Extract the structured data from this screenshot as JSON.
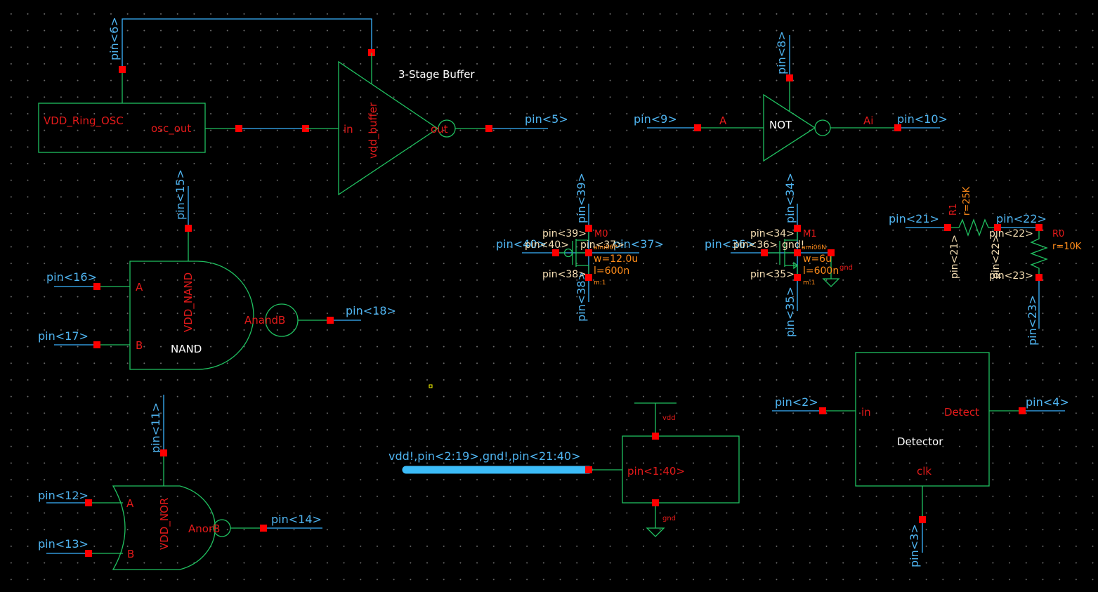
{
  "colors": {
    "background": "#000000",
    "wire": "#3ab4ff",
    "symbol": "#20c060",
    "pin_square": "#ff0000",
    "net_label": "#4fb4f0",
    "instance_label": "#e41a1a",
    "cell_name": "#ffffff",
    "parameter": "#ff8c1a",
    "terminal_label": "#f5deb3",
    "bus": "#3cbcf8"
  },
  "ring_osc": {
    "instance": "VDD_Ring_OSC",
    "out_pin": "osc_out",
    "supply_net": "pin<6>"
  },
  "buffer": {
    "title": "3-Stage Buffer",
    "supply": "vdd_buffer",
    "in_pin": "in",
    "out_pin": "out",
    "out_net": "pin<5>"
  },
  "not_gate": {
    "cell": "NOT",
    "in_label": "A",
    "out_label": "Ai",
    "supply_net": "pin<8>",
    "in_net": "pin<9>",
    "out_net": "pin<10>"
  },
  "nand_gate": {
    "cell": "NAND",
    "supply": "VDD_NAND",
    "pin_a": "A",
    "pin_b": "B",
    "out_pin": "AnandB",
    "supply_net": "pin<15>",
    "a_net": "pin<16>",
    "b_net": "pin<17>",
    "out_net": "pin<18>"
  },
  "nor_gate": {
    "supply": "VDD_NOR",
    "pin_a": "A",
    "pin_b": "B",
    "out_pin": "AnorB",
    "supply_net": "pin<11>",
    "a_net": "pin<12>",
    "b_net": "pin<13>",
    "out_net": "pin<14>"
  },
  "pmos": {
    "instance": "M0",
    "model": "ami06P",
    "w": "w=12.0u",
    "l": "l=600n",
    "m": "m:1",
    "drain_net": "pin<39>",
    "gate_net": "pin<40>",
    "body_net": "pin<37>",
    "source_net": "pin<38>",
    "term_drain": "pin<39>",
    "term_gate": "pin<40>",
    "term_body": "pin<37>",
    "term_source": "pin<38>"
  },
  "nmos": {
    "instance": "M1",
    "model": "ami06N",
    "w": "w=6u",
    "l": "l=600n",
    "m": "m:1",
    "drain_net": "pin<34>",
    "gate_net": "pin<36>",
    "source_net": "pin<35>",
    "term_drain": "pin<34>",
    "term_gate": "pin<36>",
    "term_body": "gnd!",
    "term_source": "pin<35>",
    "ground_label": "gnd"
  },
  "resistors": {
    "r1": {
      "instance": "R1",
      "value": "r=25K"
    },
    "r0": {
      "instance": "R0",
      "value": "r=10K"
    },
    "net_21": "pin<21>",
    "net_22": "pin<22>",
    "net_23": "pin<23>",
    "term_21": "pin<21>",
    "term_22a": "pin<22>",
    "term_22b": "pin<22>",
    "term_23": "pin<23>"
  },
  "bus": {
    "label": "vdd!,pin<2:19>,gnd!,pin<21:40>",
    "block_pin": "pin<1:40>",
    "vdd_label": "vdd",
    "gnd_label": "gnd"
  },
  "detector": {
    "cell": "Detector",
    "in_pin": "in",
    "out_pin": "Detect",
    "clk_pin": "clk",
    "in_net": "pin<2>",
    "out_net": "pin<4>",
    "clk_net": "pin<3>"
  }
}
